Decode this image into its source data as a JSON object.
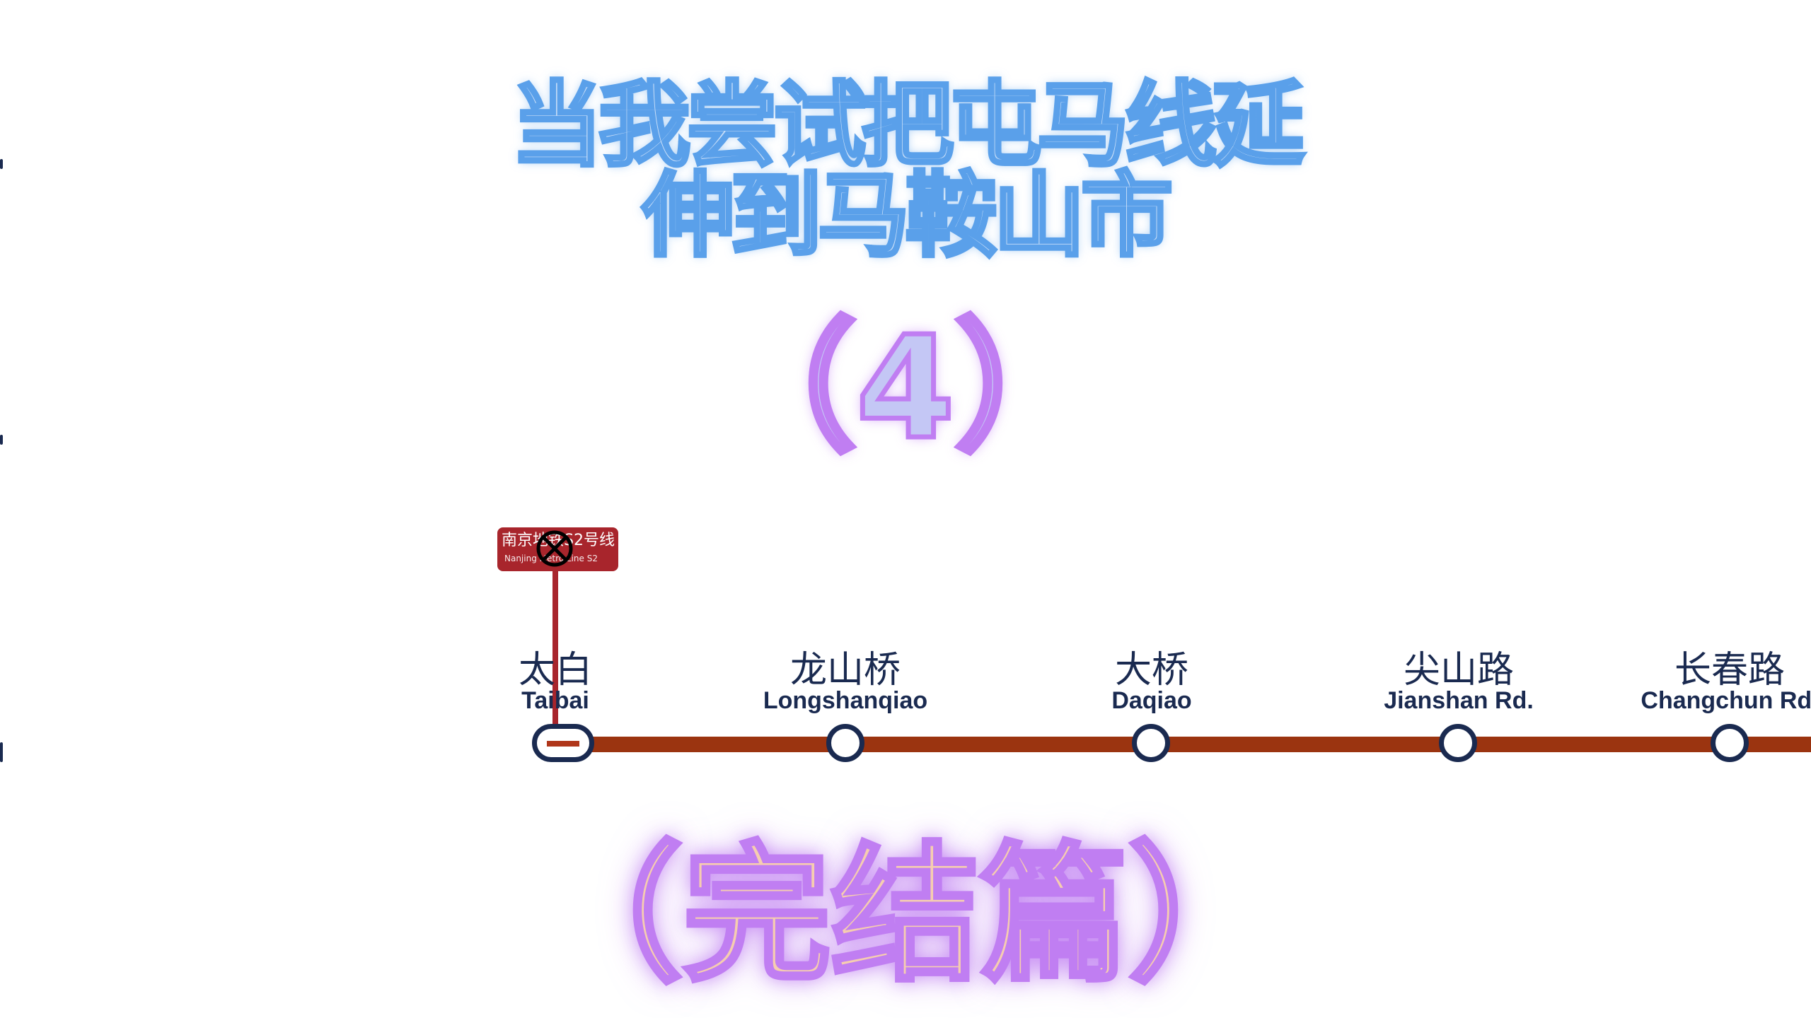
{
  "title": {
    "line1": "当我尝试把屯马线延",
    "line2": "伸到马鞍山市"
  },
  "episode": "（4）",
  "finale": "（完结篇）",
  "transfer_badge": {
    "cn": "南京地铁S2号线",
    "en": "Nanjing Metro Line S2",
    "icon": "closed-circle-x-icon"
  },
  "line_color": "#9b3410",
  "stations": [
    {
      "cn": "太白",
      "en": "Taibai",
      "interchange": true
    },
    {
      "cn": "龙山桥",
      "en": "Longshanqiao"
    },
    {
      "cn": "大桥",
      "en": "Daqiao"
    },
    {
      "cn": "尖山路",
      "en": "Jianshan Rd."
    },
    {
      "cn": "长春路",
      "en": "Changchun Rd."
    }
  ]
}
